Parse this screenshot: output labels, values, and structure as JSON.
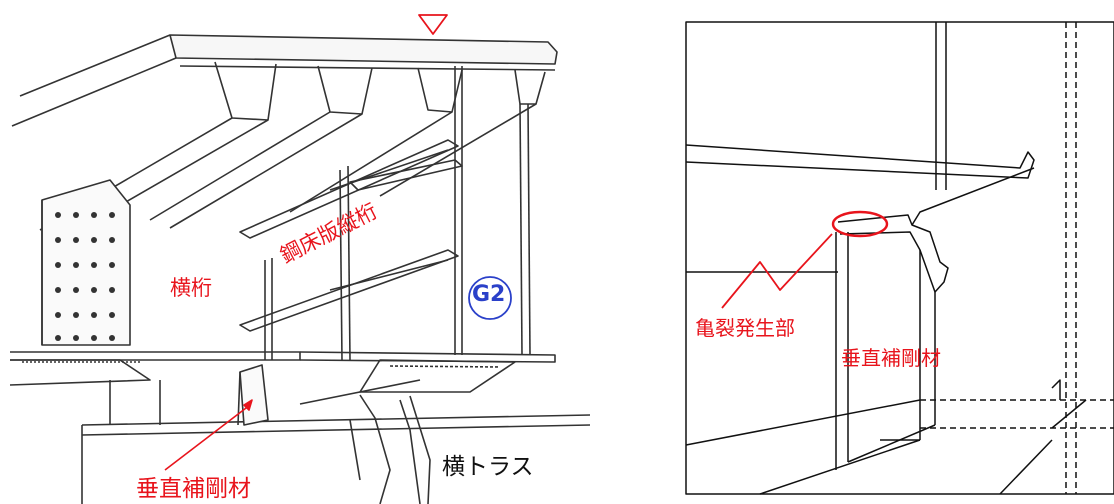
{
  "left_panel": {
    "labels": {
      "yokogeta": "横桁",
      "koshoban_tategeta": "鋼床版縦桁",
      "suichoku_hogozai": "垂直補剛材",
      "yoko_truss": "横トラス",
      "girder_mark": "G2"
    }
  },
  "right_panel": {
    "labels": {
      "kiretsu_hasseibu": "亀裂発生部",
      "suichoku_hogozai": "垂直補剛材"
    }
  },
  "colors": {
    "annotation": "#e8141c",
    "girder_mark": "#2a40c9",
    "line": "#333333"
  }
}
